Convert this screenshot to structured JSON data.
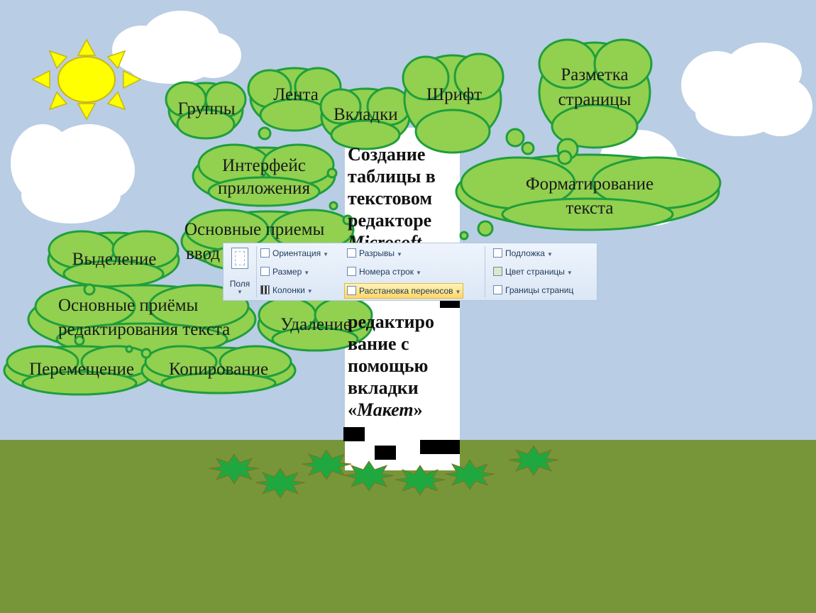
{
  "labels": {
    "gruppy": "Группы",
    "lenta": "Лента",
    "vkladki": "Вкладки",
    "shrift": "Шрифт",
    "razmetka_line1": "Разметка",
    "razmetka_line2": "страницы",
    "interface_line1": "Интерфейс",
    "interface_line2": "приложения",
    "formatting_line1": "Форматирование",
    "formatting_line2": "текста",
    "input_line1": "Основные приемы",
    "input_line2": "ввод",
    "vydelenie": "Выделение",
    "editing_line1": "Основные приёмы",
    "editing_line2": "редактирования текста",
    "udalenie": "Удаление",
    "peremeshchenie": "Перемещение",
    "kopirovanie": "Копирование"
  },
  "trunk": {
    "top_lines": [
      "Создание",
      "таблицы в",
      "текстовом",
      "редакторе",
      "Microsoft"
    ],
    "bottom_lines": [
      "редактиро",
      "вание с",
      "помощью",
      "вкладки"
    ],
    "last_prefix": "«",
    "last_italic": "Макет",
    "last_suffix": "»"
  },
  "ribbon": {
    "fields_label": "Поля",
    "orientation": "Ориентация",
    "size": "Размер",
    "columns": "Колонки",
    "breaks": "Разрывы",
    "line_numbers": "Номера строк",
    "hyphenation": "Расстановка переносов",
    "watermark": "Подложка",
    "page_color": "Цвет страницы",
    "page_borders": "Границы страниц"
  },
  "colors": {
    "sky": "#b9cde4",
    "ground": "#77963a",
    "cloud_fill": "#92d050",
    "cloud_stroke": "#1f9e3c",
    "sun": "#ffff00",
    "sun_stroke": "#c9b800",
    "bush": "#1fa840"
  }
}
